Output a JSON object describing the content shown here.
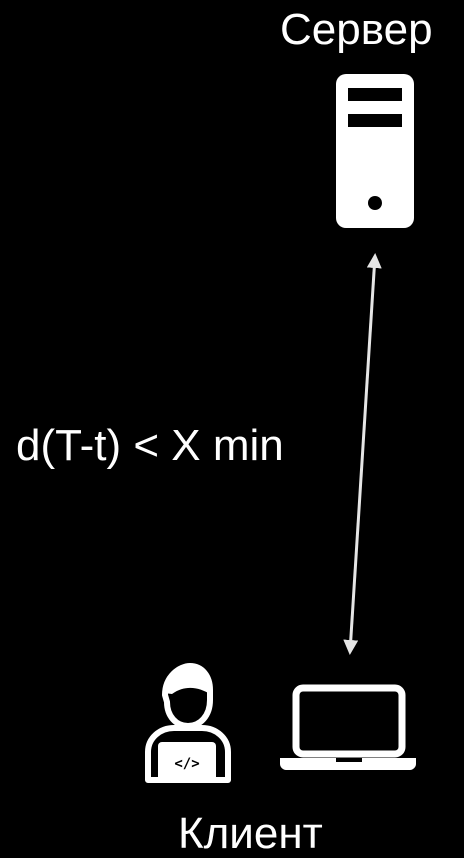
{
  "server": {
    "label": "Сервер",
    "icon": "server-tower-icon"
  },
  "connection": {
    "label": "d(T-t) < X min",
    "style": "double-headed-arrow"
  },
  "client": {
    "label": "Клиент",
    "icons": [
      "developer-person-icon",
      "laptop-icon"
    ]
  },
  "colors": {
    "background": "#000000",
    "foreground": "#ffffff",
    "arrow": "#e6e6e6"
  }
}
